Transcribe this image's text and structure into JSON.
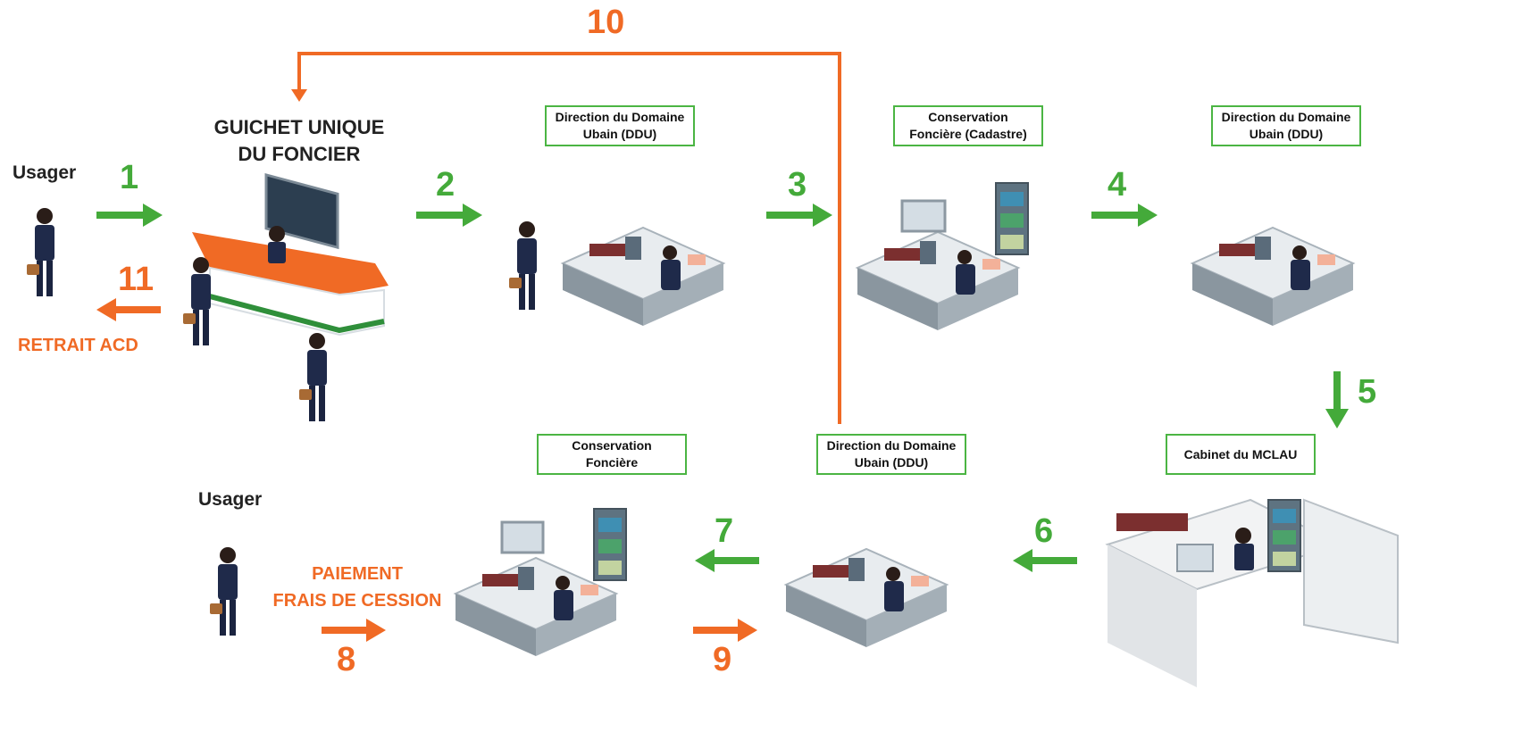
{
  "colors": {
    "green": "#44aa3a",
    "orange": "#f06a25",
    "box_border": "#4bb543"
  },
  "actors": {
    "usager_top": "Usager",
    "usager_bottom": "Usager"
  },
  "guichet": {
    "line1": "GUICHET UNIQUE",
    "line2": "DU FONCIER"
  },
  "offices": {
    "ddu_1": {
      "line1": "Direction du Domaine",
      "line2": "Ubain (DDU)"
    },
    "cadastre": {
      "line1": "Conservation",
      "line2": "Foncière (Cadastre)"
    },
    "ddu_2": {
      "line1": "Direction du Domaine",
      "line2": "Ubain (DDU)"
    },
    "mclau": {
      "line1": "Cabinet du MCLAU"
    },
    "ddu_3": {
      "line1": "Direction du Domaine",
      "line2": "Ubain (DDU)"
    },
    "conservation": {
      "line1": "Conservation",
      "line2": "Foncière"
    }
  },
  "steps": {
    "s1": "1",
    "s2": "2",
    "s3": "3",
    "s4": "4",
    "s5": "5",
    "s6": "6",
    "s7": "7",
    "s8": "8",
    "s9": "9",
    "s10": "10",
    "s11": "11"
  },
  "notes": {
    "retrait": "RETRAIT ACD",
    "paiement_line1": "PAIEMENT",
    "paiement_line2": "FRAIS DE CESSION"
  }
}
